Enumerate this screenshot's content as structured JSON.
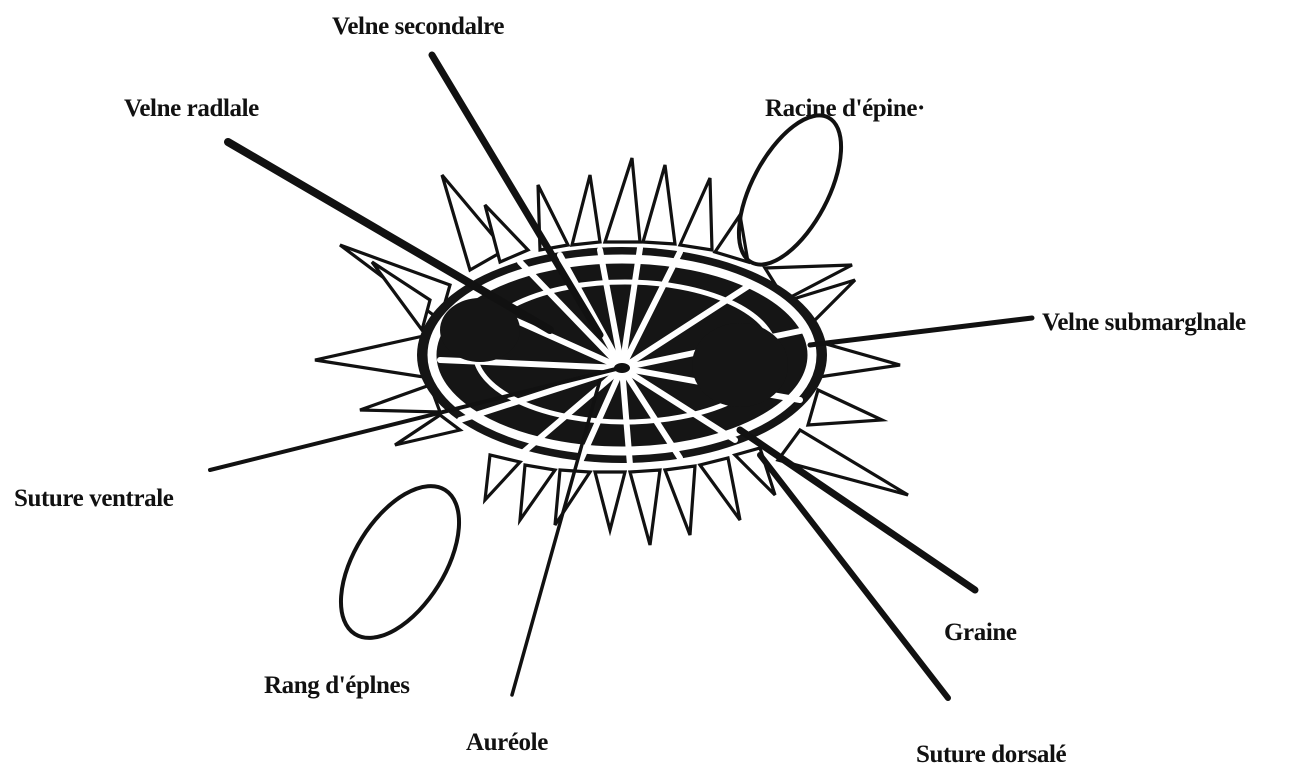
{
  "labels": {
    "veine_secondaire": "Velne secondalre",
    "veine_radiale": "Velne radlale",
    "racine_epine": "Racine d'épine·",
    "veine_submarginale": "Velne submarglnale",
    "suture_ventrale": "Suture ventrale",
    "rang_epines": "Rang d'éplnes",
    "aureole": "Auréole",
    "graine": "Graine",
    "suture_dorsale": "Suture dorsalé"
  }
}
